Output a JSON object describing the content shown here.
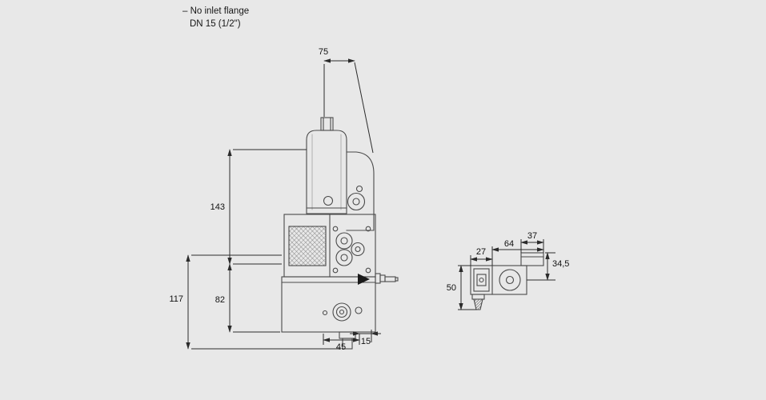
{
  "note": {
    "line1": "– No inlet flange",
    "line2": "DN 15 (1/2\")"
  },
  "dims": {
    "main": {
      "top_width": "75",
      "upper_height": "143",
      "overall_height": "117",
      "lower_height": "82",
      "bottom_width": "45",
      "bottom_offset": "15"
    },
    "side": {
      "coil_width": "27",
      "body_width": "64",
      "box_width": "37",
      "box_height": "34,5",
      "height": "50"
    }
  },
  "colors": {
    "background": "#e8e8e8",
    "drawing_line": "#4a4a4a",
    "dimension_line": "#2b2b2b",
    "text": "#111111"
  }
}
